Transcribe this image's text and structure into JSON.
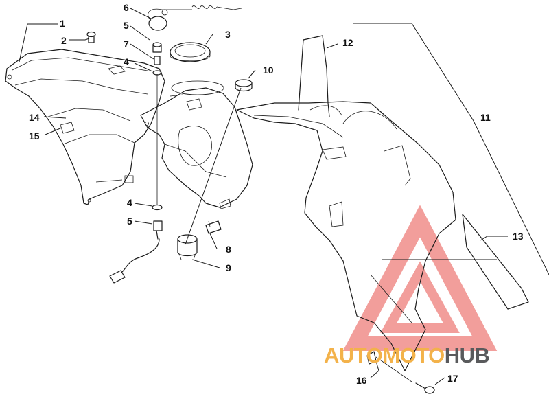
{
  "callouts": [
    {
      "id": "c1",
      "text": "1"
    },
    {
      "id": "c2",
      "text": "2"
    },
    {
      "id": "c3",
      "text": "3"
    },
    {
      "id": "c4a",
      "text": "4"
    },
    {
      "id": "c4b",
      "text": "4"
    },
    {
      "id": "c5a",
      "text": "5"
    },
    {
      "id": "c5b",
      "text": "5"
    },
    {
      "id": "c6",
      "text": "6"
    },
    {
      "id": "c7",
      "text": "7"
    },
    {
      "id": "c8",
      "text": "8"
    },
    {
      "id": "c9",
      "text": "9"
    },
    {
      "id": "c10",
      "text": "10"
    },
    {
      "id": "c11",
      "text": "11"
    },
    {
      "id": "c12",
      "text": "12"
    },
    {
      "id": "c13",
      "text": "13"
    },
    {
      "id": "c14",
      "text": "14"
    },
    {
      "id": "c15",
      "text": "15"
    },
    {
      "id": "c16",
      "text": "16"
    },
    {
      "id": "c17",
      "text": "17"
    }
  ],
  "watermark": {
    "part1": "AUTOMOTO",
    "part2": "HUB",
    "color_primary": "#f3b24a",
    "color_secondary": "#595a5c",
    "logo_color": "#e8504a"
  }
}
